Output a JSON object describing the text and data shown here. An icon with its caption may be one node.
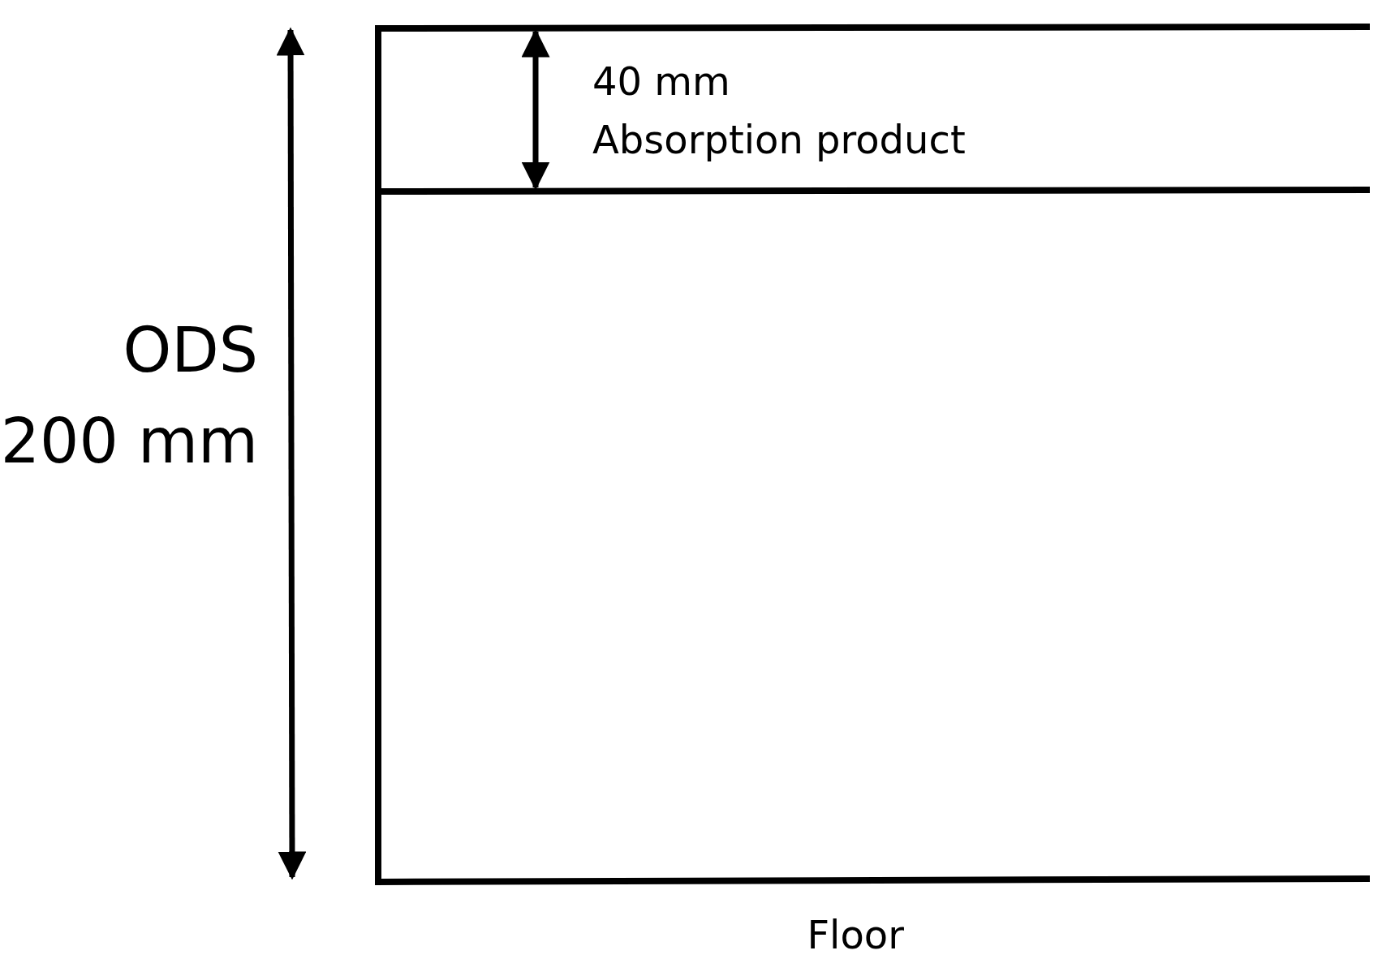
{
  "diagram": {
    "labels": [
      "40 mm",
      "Absorption product",
      "ODS",
      "200 mm",
      "Floor"
    ]
  }
}
